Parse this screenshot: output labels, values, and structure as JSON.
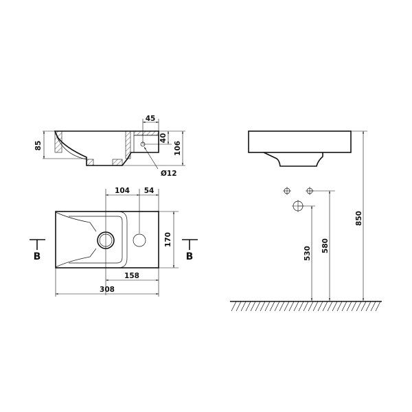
{
  "section_view": {
    "dims": {
      "depth": "85",
      "total_height": "106",
      "tap_offset": "45",
      "tap_height": "40",
      "hole_diameter": "Ø12"
    }
  },
  "plan_view": {
    "dims": {
      "drain_to_tap": "104",
      "tap_to_edge": "54",
      "depth": "170",
      "drain_to_edge": "158",
      "width": "308"
    },
    "section_marker_left": "B",
    "section_marker_right": "B"
  },
  "elevation_view": {
    "dims": {
      "waste_height": "530",
      "supply_height": "580",
      "rim_height": "850"
    }
  },
  "colors": {
    "line": "#111111",
    "background": "#ffffff"
  }
}
